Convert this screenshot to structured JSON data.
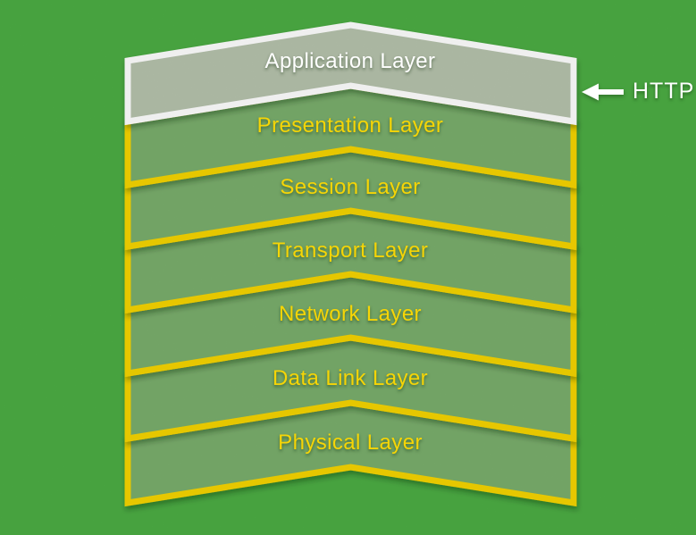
{
  "diagram": {
    "layers": [
      {
        "label": "Application Layer",
        "accent": "#ffffff"
      },
      {
        "label": "Presentation Layer",
        "accent": "#f6d506"
      },
      {
        "label": "Session Layer",
        "accent": "#f6d506"
      },
      {
        "label": "Transport Layer",
        "accent": "#f6d506"
      },
      {
        "label": "Network Layer",
        "accent": "#f6d506"
      },
      {
        "label": "Data Link Layer",
        "accent": "#f6d506"
      },
      {
        "label": "Physical Layer",
        "accent": "#f6d506"
      }
    ],
    "annotation": {
      "label": "HTTP",
      "icon": "arrow-left-icon"
    },
    "colors": {
      "background": "#4cad44",
      "gold": "#f6d506",
      "white": "#ffffff",
      "band_fill": "#7aae6c",
      "top_band_fill": "#b6c3ac"
    }
  }
}
